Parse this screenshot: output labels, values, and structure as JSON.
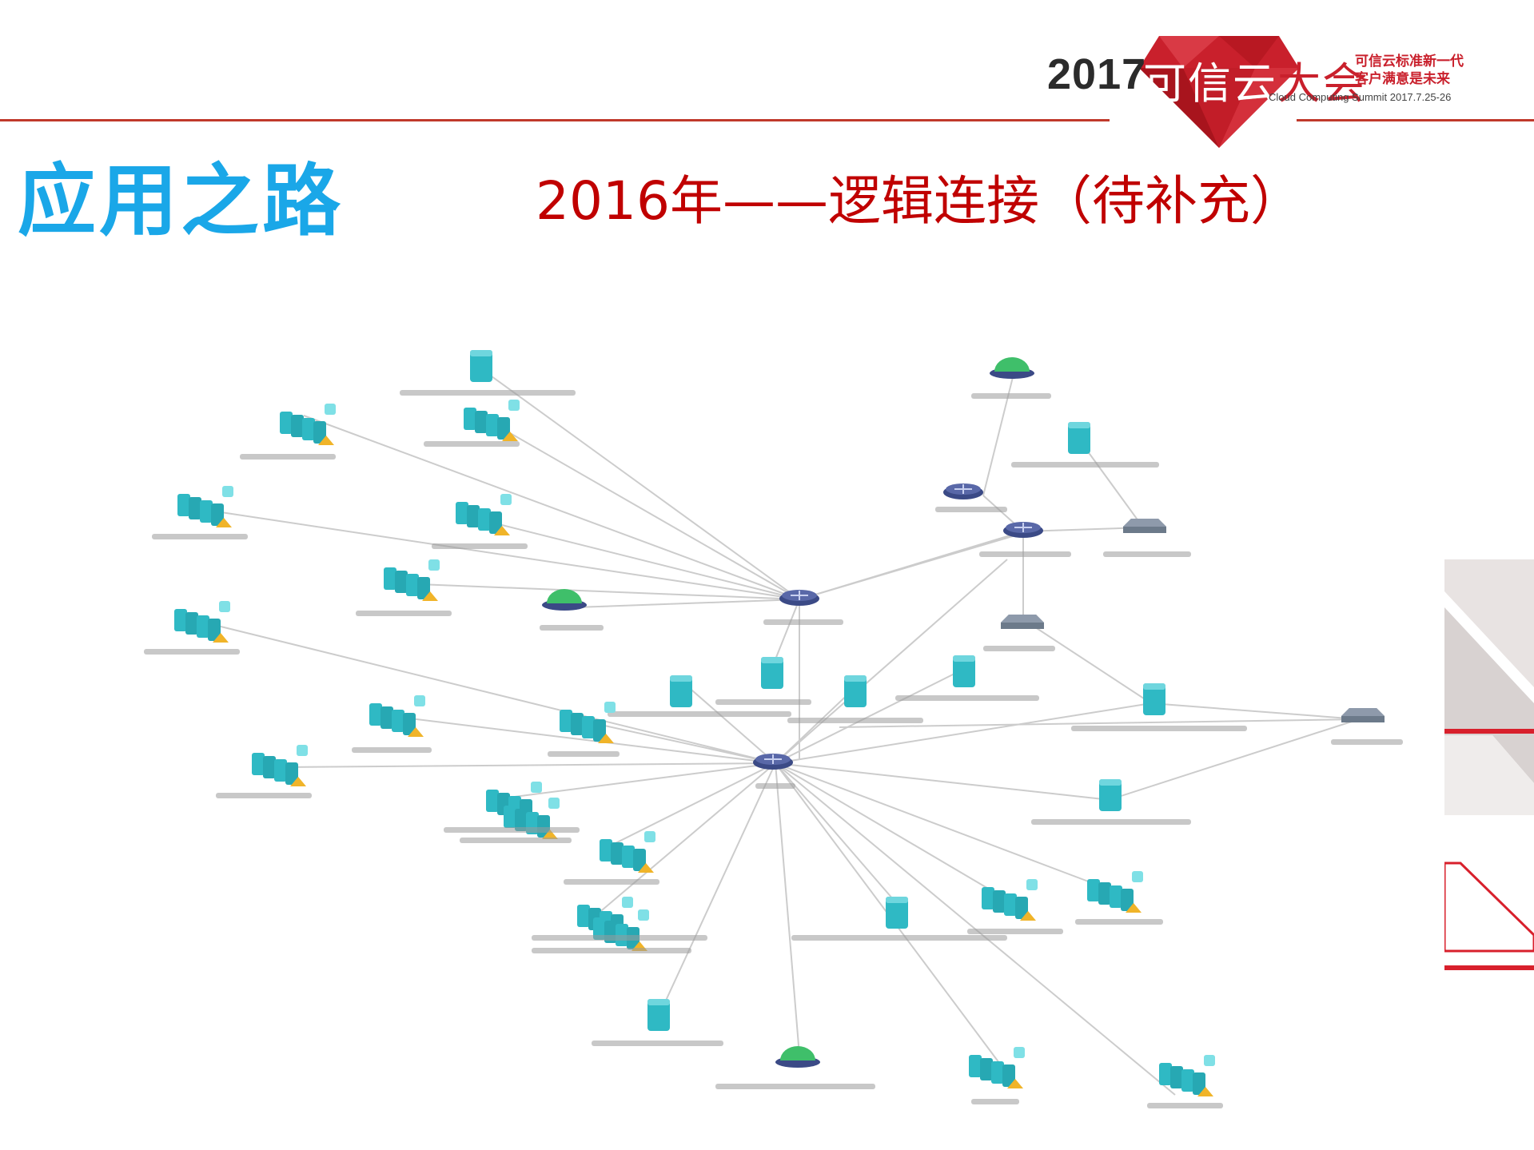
{
  "logo": {
    "year": "2017",
    "name_part1": "可信云",
    "name_part2": "大会",
    "slogan_line1": "可信云标准新一代",
    "slogan_line2": "客户满意是未来",
    "english": "Cloud Computing Summit 2017.7.25-26"
  },
  "page": {
    "title": "应用之路",
    "subtitle": "2016年——逻辑连接（待补充）"
  },
  "colors": {
    "title_blue": "#1aa7e8",
    "subtitle_red": "#c00000",
    "accent_red": "#c9202c",
    "node_teal": "#2fb9c4",
    "router_navy": "#3b4a86",
    "switch_gray": "#6c7a8a",
    "cloud_green": "#3fbf6a",
    "edge_gray": "#cccccc"
  },
  "diagram": {
    "description_labels_blurred": true,
    "node_types": [
      "server-cluster",
      "server",
      "router",
      "switch",
      "cloud-gateway"
    ]
  }
}
